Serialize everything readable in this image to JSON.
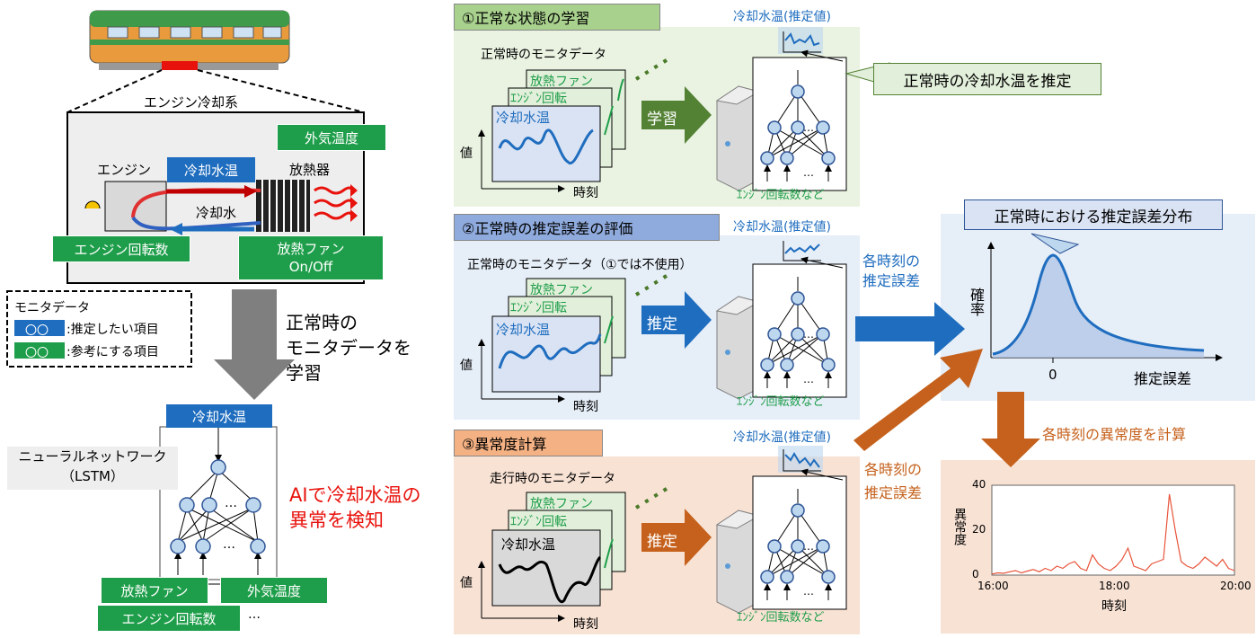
{
  "left": {
    "engine_cooling_title": "エンジン冷却系",
    "outside_temp": "外気温度",
    "engine": "エンジン",
    "coolant_temp": "冷却水温",
    "radiator": "放熱器",
    "coolant": "冷却水",
    "engine_rpm": "エンジン回転数",
    "fan_line1": "放熱ファン",
    "fan_line2": "On/Off",
    "legend_title": "モニタデータ",
    "legend_symbol": "〇〇",
    "legend_blue": ":推定したい項目",
    "legend_green": ":参考にする項目",
    "learn_line1": "正常時の",
    "learn_line2": "モニタデータを",
    "learn_line3": "学習",
    "nn_output": "冷却水温",
    "nn_line1": "ニューラルネットワーク",
    "nn_line2": "（LSTM）",
    "ai_line1": "AIで冷却水温の",
    "ai_line2": "異常を検知",
    "in_fan": "放熱ファン",
    "in_outside": "外気温度",
    "in_rpm": "エンジン回転数",
    "ellipsis": "…"
  },
  "sec1": {
    "title": "①正常な状態の学習",
    "monitor": "正常時のモニタデータ",
    "fan": "放熱ファン",
    "rpm": "ｴﾝｼﾞﾝ回転",
    "coolant": "冷却水温",
    "value": "値",
    "time": "時刻",
    "action": "学習",
    "est": "冷却水温(推定値)",
    "inputs": "ｴﾝｼﾞﾝ回転数など",
    "callout": "正常時の冷却水温を推定"
  },
  "sec2": {
    "title": "②正常時の推定誤差の評価",
    "monitor": "正常時のモニタデータ（①では不使用）",
    "fan": "放熱ファン",
    "rpm": "ｴﾝｼﾞﾝ回転",
    "coolant": "冷却水温",
    "value": "値",
    "time": "時刻",
    "action": "推定",
    "est": "冷却水温(推定値)",
    "inputs": "ｴﾝｼﾞﾝ回転数など",
    "err_line1": "各時刻の",
    "err_line2": "推定誤差"
  },
  "sec3": {
    "title": "③異常度計算",
    "monitor": "走行時のモニタデータ",
    "fan": "放熱ファン",
    "rpm": "ｴﾝｼﾞﾝ回転",
    "coolant": "冷却水温",
    "value": "値",
    "time": "時刻",
    "action": "推定",
    "est": "冷却水温(推定値)",
    "inputs": "ｴﾝｼﾞﾝ回転数など",
    "err_line1": "各時刻の",
    "err_line2": "推定誤差"
  },
  "dist": {
    "title": "正常時における推定誤差分布",
    "ylabel": "確率",
    "xtick": "0",
    "xlabel": "推定誤差"
  },
  "anomaly": {
    "title": "各時刻の異常度を計算",
    "ylabel": "異常度",
    "xlabel": "時刻"
  },
  "chart_data": {
    "type": "line",
    "title": "",
    "xlabel": "時刻",
    "ylabel": "異常度",
    "x_ticks": [
      "16:00",
      "18:00",
      "20:00"
    ],
    "y_ticks": [
      0,
      20,
      40
    ],
    "ylim": [
      0,
      40
    ],
    "series": [
      {
        "values": [
          0.5,
          1,
          0.8,
          1.5,
          2,
          1,
          1.8,
          2.5,
          1.5,
          3,
          2,
          4,
          3,
          5,
          6,
          3,
          2,
          9,
          5,
          3,
          2,
          4,
          7,
          12,
          4,
          3,
          2,
          5,
          6,
          7,
          36,
          20,
          6,
          4,
          3,
          5,
          8,
          6,
          4,
          7,
          3,
          2
        ]
      }
    ],
    "color": "#e8543a"
  },
  "colors": {
    "green_box": "#1e9e4a",
    "blue_box": "#1f6dbf",
    "arrow_green": "#4a7a2a",
    "arrow_blue": "#1f6dbf",
    "arrow_orange": "#c5611c"
  }
}
